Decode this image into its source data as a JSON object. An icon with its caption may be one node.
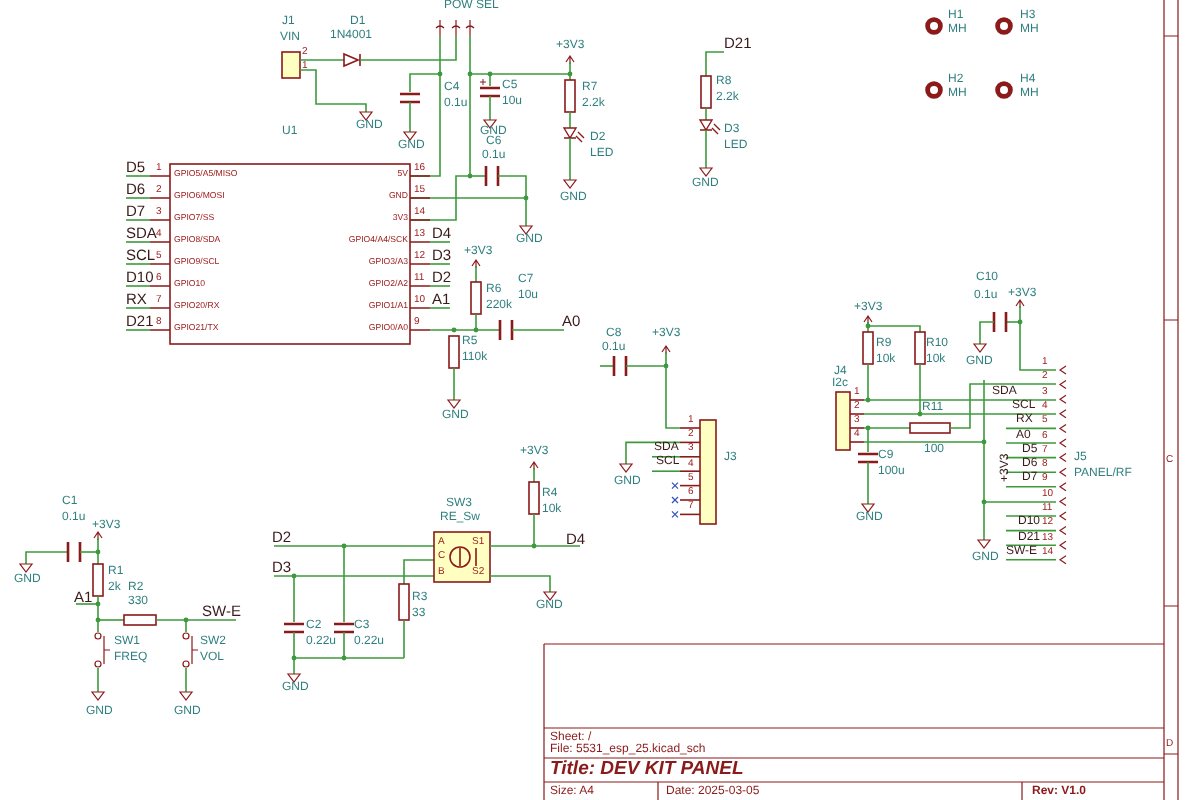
{
  "diagram": {
    "labels": [
      "POW SEL",
      "J1",
      "VIN",
      "2",
      "1",
      "D1",
      "1N4001",
      "GND",
      "C4",
      "0.1u",
      "GND",
      "+3V3",
      "C5",
      "10u",
      "GND",
      "R7",
      "2.2k",
      "D2",
      "LED",
      "GND",
      "C6",
      "0.1u",
      "GND",
      "U1",
      "D5",
      "1",
      "GPIO5/A5/MISO",
      "D6",
      "2",
      "GPIO6/MOSI",
      "D7",
      "3",
      "GPIO7/SS",
      "SDA",
      "4",
      "GPIO8/SDA",
      "SCL",
      "5",
      "GPIO9/SCL",
      "D10",
      "6",
      "GPIO10",
      "RX",
      "7",
      "GPIO20/RX",
      "D21",
      "8",
      "GPIO21/TX",
      "5V",
      "16",
      "GND",
      "15",
      "3V3",
      "14",
      "GPIO4/A4/SCK",
      "13",
      "D4",
      "GPIO3/A3",
      "12",
      "D3",
      "GPIO2/A2",
      "11",
      "D2",
      "GPIO1/A1",
      "10",
      "A1",
      "GPIO0/A0",
      "9",
      "+3V3",
      "R6",
      "220k",
      "C7",
      "10u",
      "A0",
      "R5",
      "110k",
      "GND",
      "D21",
      "R8",
      "2.2k",
      "D3",
      "LED",
      "GND",
      "H1",
      "MH",
      "H3",
      "MH",
      "H2",
      "MH",
      "H4",
      "MH",
      "C8",
      "0.1u",
      "+3V3",
      "1",
      "2",
      "3",
      "4",
      "5",
      "6",
      "7",
      "SDA",
      "SCL",
      "GND",
      "J3",
      "+3V3",
      "R9",
      "10k",
      "R10",
      "10k",
      "J4",
      "I2c",
      "1",
      "2",
      "3",
      "4",
      "R11",
      "100",
      "C9",
      "100u",
      "GND",
      "C10",
      "0.1u",
      "+3V3",
      "GND",
      "1",
      "2",
      "3",
      "4",
      "5",
      "6",
      "7",
      "8",
      "9",
      "10",
      "11",
      "12",
      "13",
      "14",
      "SDA",
      "SCL",
      "RX",
      "A0",
      "D5",
      "D6",
      "D7",
      "+3V3",
      "D10",
      "D21",
      "SW-E",
      "J5",
      "PANEL/RF",
      "GND",
      "C1",
      "0.1u",
      "+3V3",
      "GND",
      "R1",
      "2k",
      "A1",
      "R2",
      "330",
      "SW-E",
      "SW1",
      "FREQ",
      "SW2",
      "VOL",
      "GND",
      "GND",
      "D2",
      "D3",
      "C2",
      "0.22u",
      "C3",
      "0.22u",
      "GND",
      "SW3",
      "RE_Sw",
      "A",
      "C",
      "B",
      "S1",
      "S2",
      "R3",
      "33",
      "+3V3",
      "R4",
      "10k",
      "D4",
      "GND",
      "Sheet: /",
      "File: 5531_esp_25.kicad_sch",
      "Title: DEV KIT PANEL",
      "Size: A4",
      "Date: 2025-03-05",
      "Rev: V1.0",
      "C",
      "D"
    ]
  }
}
